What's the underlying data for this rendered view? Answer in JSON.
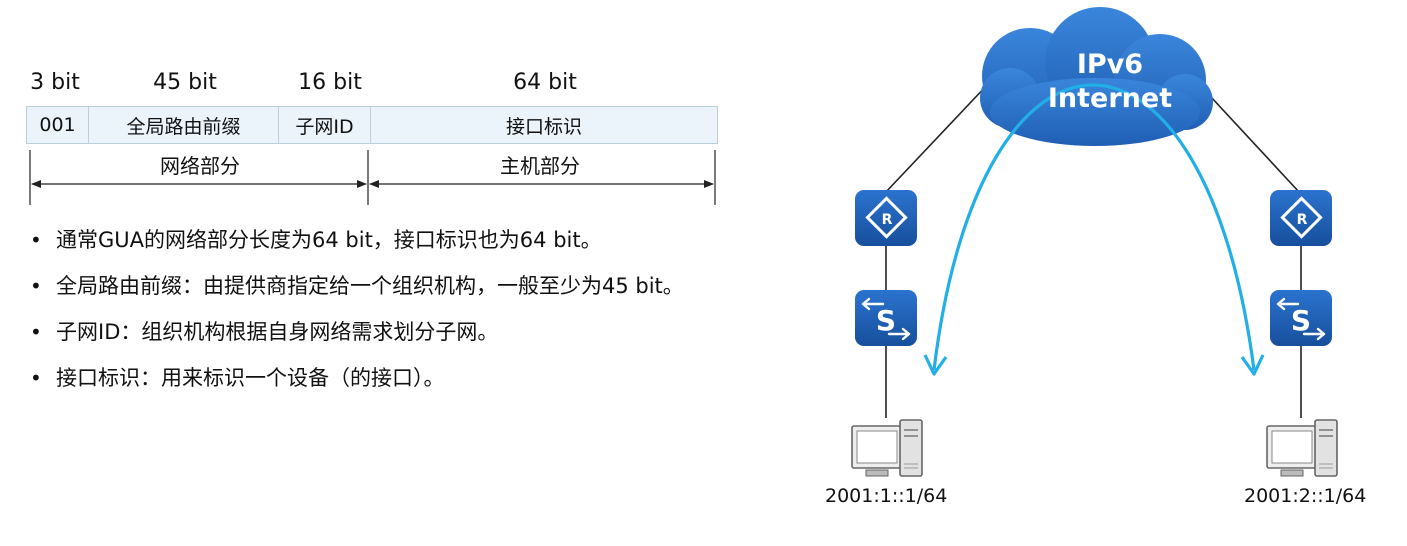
{
  "address_structure": {
    "bit_widths": [
      "3 bit",
      "45 bit",
      "16 bit",
      "64 bit"
    ],
    "fields": [
      "001",
      "全局路由前缀",
      "子网ID",
      "接口标识"
    ],
    "parts": [
      "网络部分",
      "主机部分"
    ]
  },
  "bullets": [
    "通常GUA的网络部分长度为64 bit，接口标识也为64 bit。",
    "全局路由前缀：由提供商指定给一个组织机构，一般至少为45 bit。",
    "子网ID：组织机构根据自身网络需求划分子网。",
    "接口标识：用来标识一个设备（的接口）。"
  ],
  "bullet_symbol": "•",
  "network": {
    "cloud_line1": "IPv6",
    "cloud_line2": "Internet",
    "router_glyph": "R",
    "switch_glyph": "S",
    "left_host_ip": "2001:1::1/64",
    "right_host_ip": "2001:2::1/64",
    "colors": {
      "device_blue": "#1f5fb4",
      "cloud_blue": "#2a6fc9",
      "arc_blue": "#22aee6",
      "table_fill": "#eaf4fa"
    },
    "icons": [
      "cloud-icon",
      "router-icon",
      "switch-icon",
      "pc-icon"
    ]
  }
}
